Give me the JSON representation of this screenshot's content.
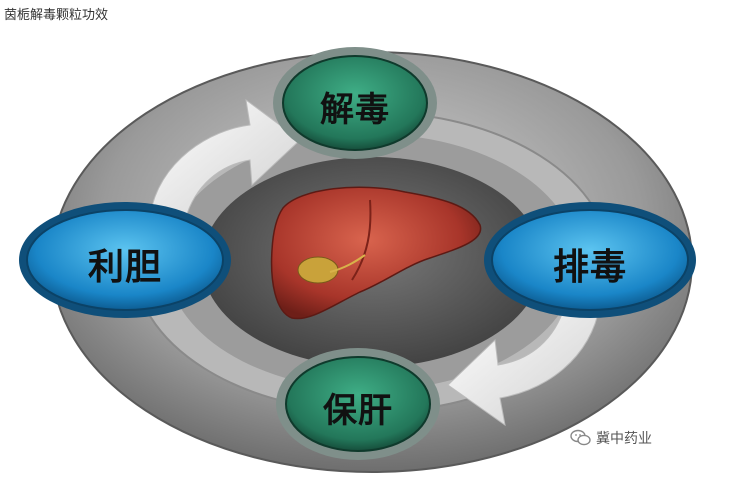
{
  "title": "茵栀解毒颗粒功效",
  "nodes": {
    "top": "解毒",
    "left": "利胆",
    "right": "排毒",
    "bottom": "保肝"
  },
  "watermark": {
    "text": "冀中药业",
    "icon": "wechat-icon"
  },
  "colors": {
    "green_node": "#2e8a66",
    "blue_node": "#1f8fcf",
    "ring": "#8a8a8a",
    "center": "#5e5e5e",
    "liver": "#b13a2c"
  }
}
